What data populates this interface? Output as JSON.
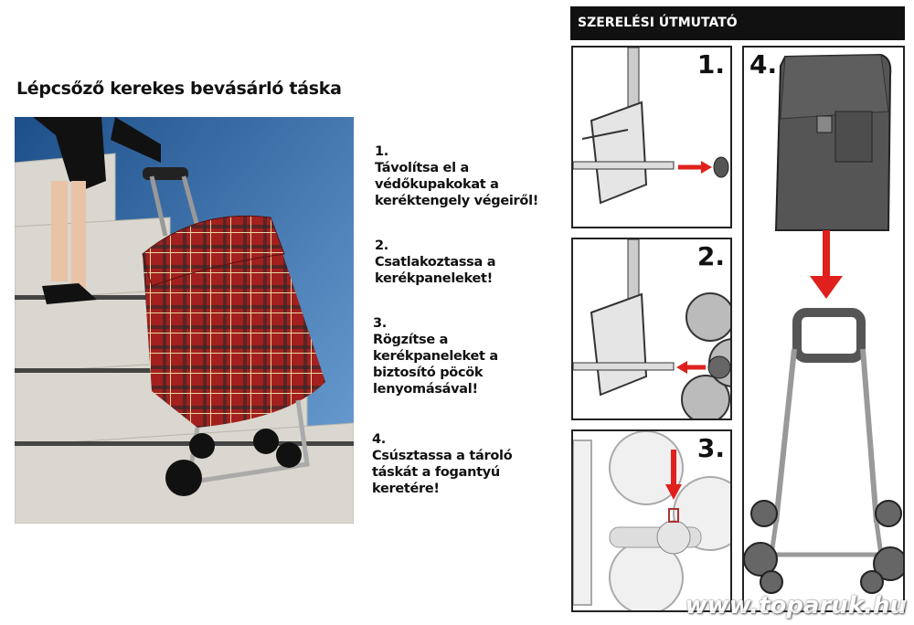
{
  "title": "Lépcsőző kerekes bevásárló táska",
  "steps": [
    {
      "num": "1.",
      "lines": [
        "Távolítsa el a",
        "védőkupakokat a",
        "keréktengely végeiről!"
      ]
    },
    {
      "num": "2.",
      "lines": [
        "Csatlakoztassa a",
        "kerékpaneleket!"
      ]
    },
    {
      "num": "3.",
      "lines": [
        "Rögzítse a",
        "kerékpaneleket a",
        "biztosító pöcök",
        "lenyomásával!"
      ]
    },
    {
      "num": "4.",
      "lines": [
        "Csúsztassa a tároló",
        "táskát a fogantyú",
        "keretére!"
      ]
    }
  ],
  "guide": {
    "header": "SZERELÉSI ÚTMUTATÓ",
    "panels": [
      "1.",
      "2.",
      "3.",
      "4."
    ]
  },
  "watermark": "www.toparuk.hu",
  "colors": {
    "arrow": "#e0201c",
    "header": "#111111",
    "bag": "#555555"
  }
}
